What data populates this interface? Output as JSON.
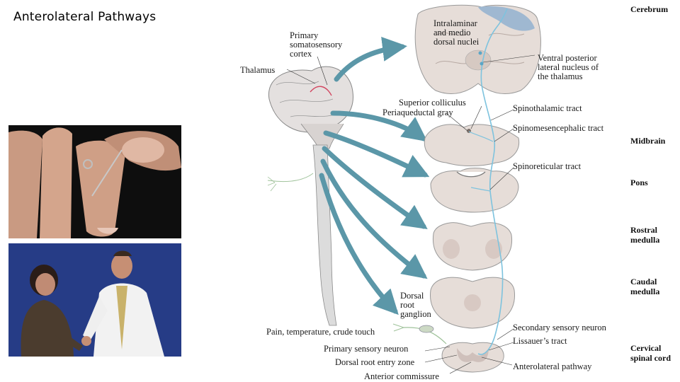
{
  "slide": {
    "title": "Anterolateral Pathways"
  },
  "diagram": {
    "labels": {
      "primary_cortex": "Primary\nsomatosensory\ncortex",
      "thalamus": "Thalamus",
      "intralaminar": "Intralaminar\nand medio\ndorsal nuclei",
      "vpl": "Ventral posterior\nlateral nucleus of\nthe thalamus",
      "sup_colliculus": "Superior colliculus",
      "periaqueductal": "Periaqueductal gray",
      "spinothalamic": "Spinothalamic tract",
      "spinomesencephalic": "Spinomesencephalic tract",
      "spinoreticular": "Spinoreticular tract",
      "dorsal_root_ganglion": "Dorsal\nroot\nganglion",
      "pain": "Pain, temperature, crude touch",
      "primary_neuron": "Primary sensory neuron",
      "entry_zone": "Dorsal root entry zone",
      "commissure": "Anterior commissure",
      "secondary_neuron": "Secondary sensory neuron",
      "lissauer": "Lissauer’s tract",
      "anterolateral": "Anterolateral pathway"
    },
    "levels": {
      "cerebrum": "Cerebrum",
      "midbrain": "Midbrain",
      "pons": "Pons",
      "rostral_medulla": "Rostral\nmedulla",
      "caudal_medulla": "Caudal\nmedulla",
      "cervical_cord": "Cervical\nspinal cord"
    },
    "colors": {
      "arrow": "#5b97a8",
      "tract": "#7ec3de",
      "section": "#e6ddd8",
      "gray_matter": "#cfc0bb"
    }
  }
}
